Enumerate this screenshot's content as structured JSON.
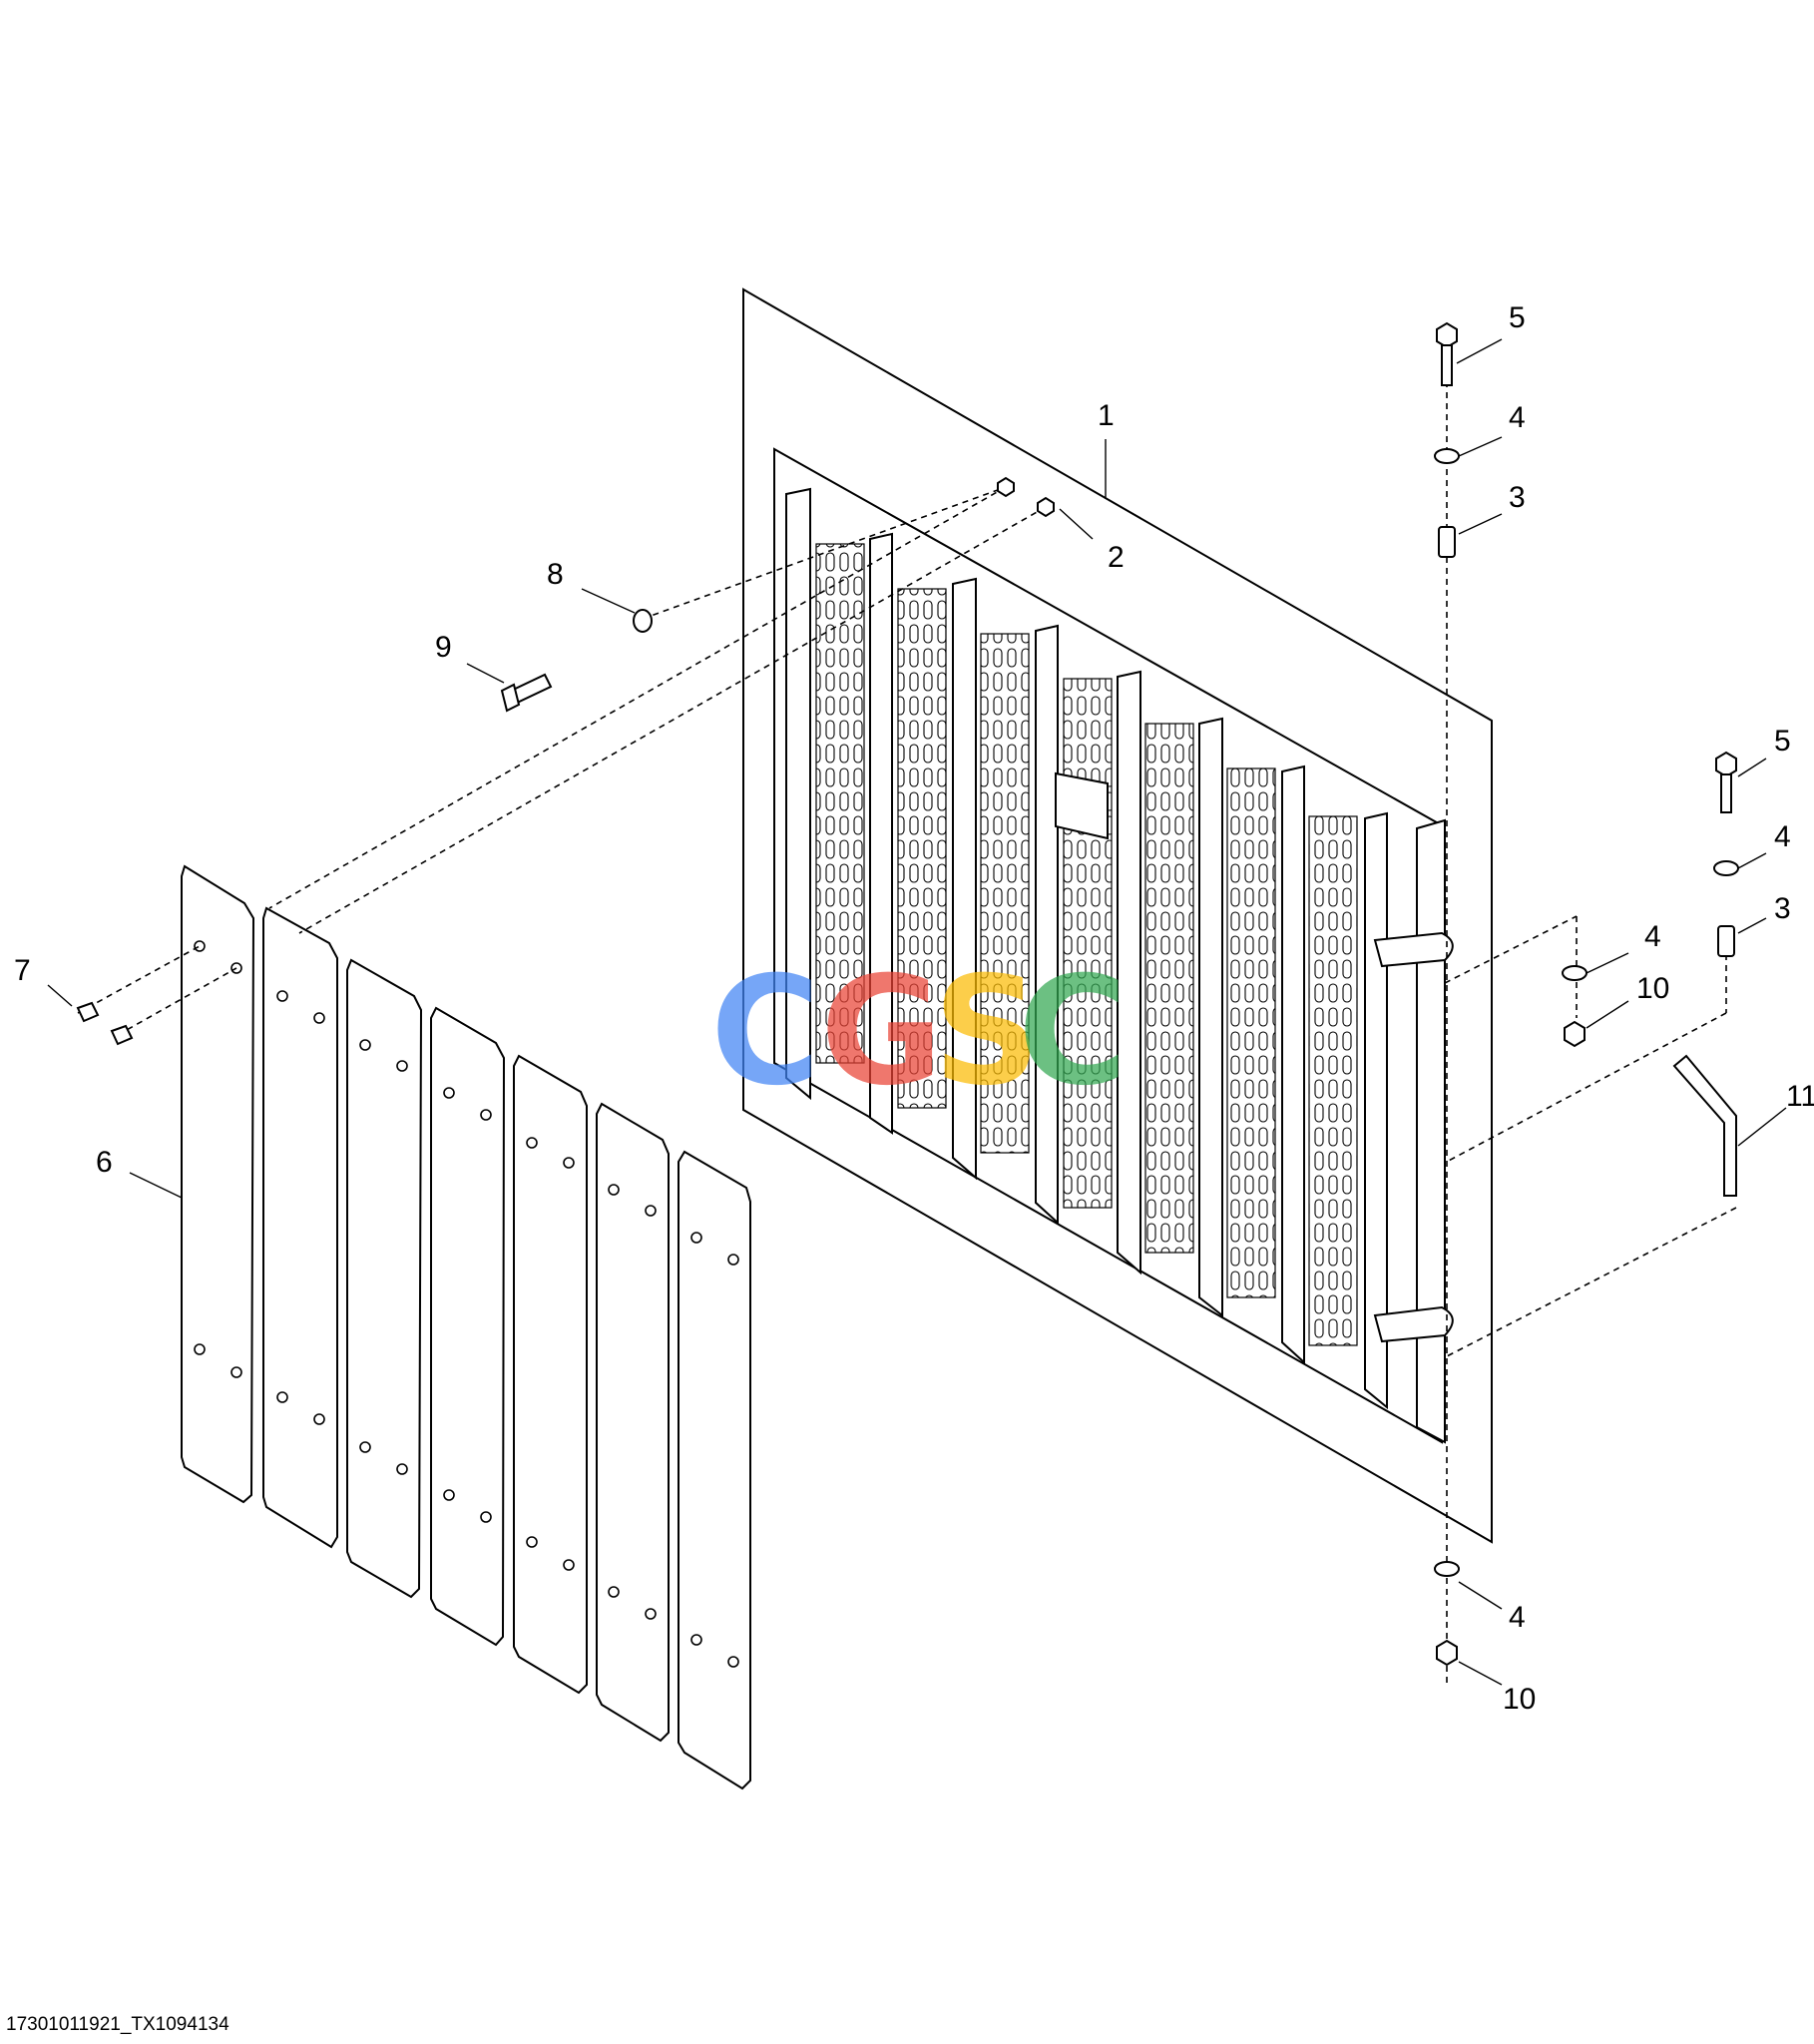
{
  "figure_id": "17301011921_TX1094134",
  "watermark": {
    "letters": [
      "C",
      "G",
      "S",
      "C"
    ],
    "colors": [
      "#4285F4",
      "#EA4335",
      "#FBBC05",
      "#34A853"
    ]
  },
  "callouts": {
    "c1": "1",
    "c2": "2",
    "c3a": "3",
    "c3b": "3",
    "c4a": "4",
    "c4b": "4",
    "c4c": "4",
    "c4d": "4",
    "c5a": "5",
    "c5b": "5",
    "c6": "6",
    "c7": "7",
    "c8": "8",
    "c9": "9",
    "c10a": "10",
    "c10b": "10",
    "c11": "11"
  }
}
